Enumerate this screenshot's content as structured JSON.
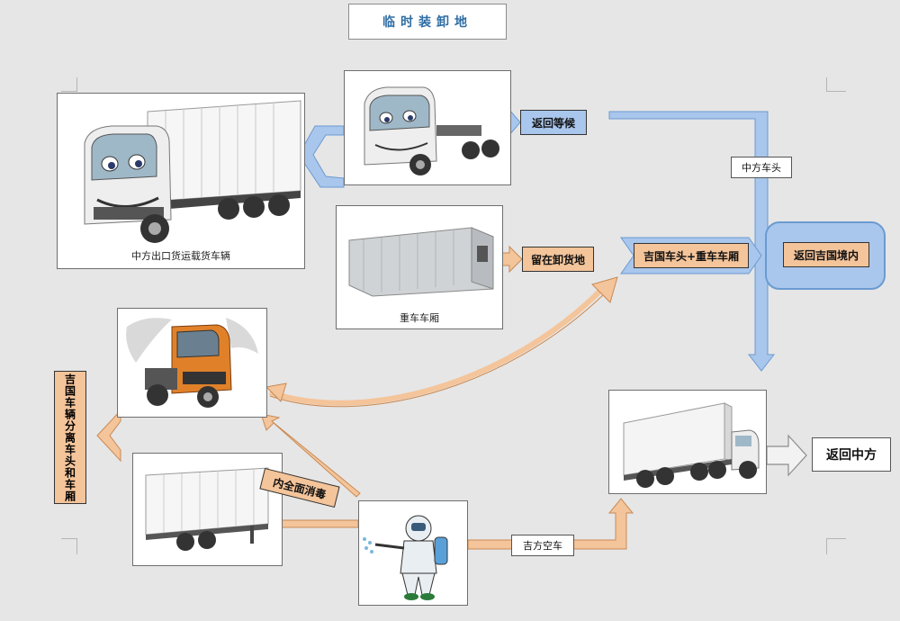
{
  "title": "临时装卸地",
  "panels": {
    "truck_loaded": {
      "caption": "中方出口货运载货车辆"
    },
    "container": {
      "caption": "重车车厢"
    }
  },
  "labels": {
    "return_wait": "返回等候",
    "stay_unload": "留在卸货地",
    "ji_head_container": "吉国车头+重车车厢",
    "return_ji": "返回吉国境内",
    "china_head": "中方车头",
    "ji_separate": "吉国车辆分离车头和车厢",
    "disinfect": "内全面消毒",
    "ji_empty": "吉方空车",
    "return_china": "返回中方"
  },
  "colors": {
    "background": "#e6e6e6",
    "blue_arrow": "#a9c6ec",
    "blue_arrow_stroke": "#6b9bd1",
    "peach_arrow": "#f4c49a",
    "peach_arrow_stroke": "#c98a55",
    "title_text": "#2e6da4"
  }
}
